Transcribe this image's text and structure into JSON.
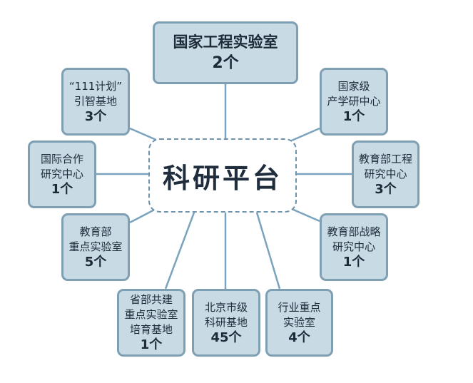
{
  "center": {
    "label": "科研平台"
  },
  "nodes": [
    {
      "id": "national-engineering-lab",
      "lines": [
        "国家工程实验室"
      ],
      "count": "2个"
    },
    {
      "id": "national-industry-research-center",
      "lines": [
        "国家级",
        "产学研中心"
      ],
      "count": "1个"
    },
    {
      "id": "moe-engineering-center",
      "lines": [
        "教育部工程",
        "研究中心"
      ],
      "count": "3个"
    },
    {
      "id": "moe-strategy-center",
      "lines": [
        "教育部战略",
        "研究中心"
      ],
      "count": "1个"
    },
    {
      "id": "industry-key-lab",
      "lines": [
        "行业重点",
        "实验室"
      ],
      "count": "4个"
    },
    {
      "id": "beijing-research-base",
      "lines": [
        "北京市级",
        "科研基地"
      ],
      "count": "45个"
    },
    {
      "id": "provincial-key-lab-cultivation",
      "lines": [
        "省部共建",
        "重点实验室",
        "培育基地"
      ],
      "count": "1个"
    },
    {
      "id": "moe-key-lab",
      "lines": [
        "教育部",
        "重点实验室"
      ],
      "count": "5个"
    },
    {
      "id": "international-cooperation-center",
      "lines": [
        "国际合作",
        "研究中心"
      ],
      "count": "1个"
    },
    {
      "id": "project-111-base",
      "lines": [
        "“111计划”",
        "引智基地"
      ],
      "count": "3个"
    }
  ],
  "colors": {
    "box_fill": "#c8dbe5",
    "box_border": "#7f9fb3",
    "connector": "#7aa3bd",
    "center_border": "#6f93ab",
    "text": "#1d2a38"
  }
}
